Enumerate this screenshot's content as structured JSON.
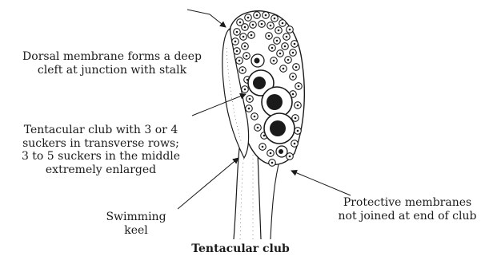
{
  "figure": {
    "caption": "Tentacular club",
    "stroke_color": "#1a1a1a",
    "background_color": "#ffffff"
  },
  "labels": {
    "dorsal_membrane": [
      "Dorsal membrane forms a deep",
      "cleft at junction with stalk"
    ],
    "tentacular_club": [
      "Tentacular club with 3 or 4",
      "suckers in transverse rows;",
      "3 to 5 suckers in the middle",
      "extremely enlarged"
    ],
    "swimming_keel": [
      "Swimming",
      "keel"
    ],
    "protective_membranes": [
      "Protective membranes",
      "not joined at end of club"
    ]
  }
}
